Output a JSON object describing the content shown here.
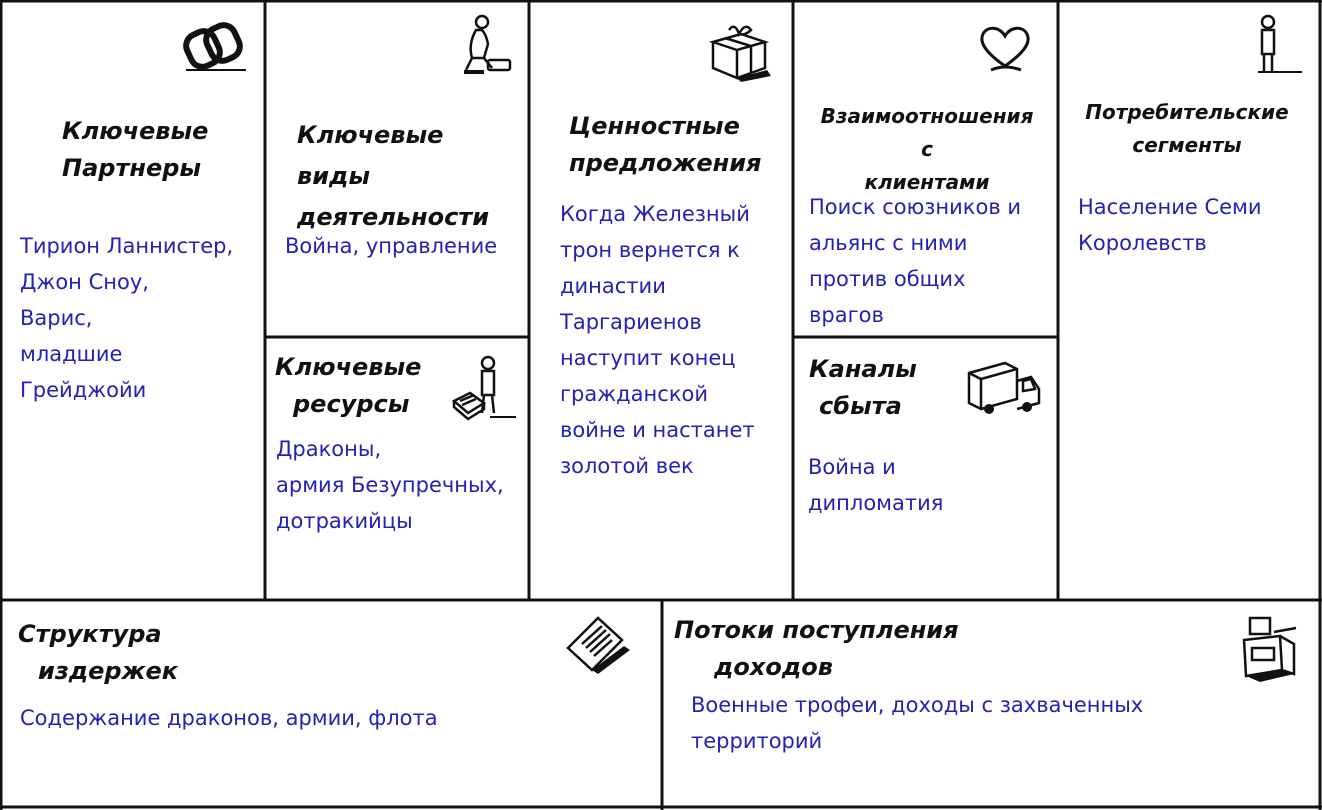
{
  "canvas": {
    "blocks": {
      "key_partners": {
        "title": "Ключевые\nПартнеры",
        "text": "Тирион Ланнистер,\nДжон Сноу,\nВарис,\nмладшие\nГрейджойи",
        "icon": "linked-rings-icon"
      },
      "key_activities": {
        "title": "Ключевые\nвиды\nдеятельности",
        "text": "Война, управление",
        "icon": "worker-icon"
      },
      "key_resources": {
        "title": "Ключевые\nресурсы",
        "text": "Драконы,\nармия Безупречных,\nдотракийцы",
        "icon": "person-with-machine-icon"
      },
      "value_propositions": {
        "title": "Ценностные\nпредложения",
        "text": "Когда Железный\nтрон вернется к\nдинастии\nТаргариенов\nнаступит конец\nгражданской\nвойне и настанет\nзолотой век",
        "icon": "gift-box-icon"
      },
      "customer_relationships": {
        "title": "Взаимоотношения\nс\nклиентами",
        "text": "Поиск союзников и\nальянс с ними\nпротив общих\nврагов",
        "icon": "heart-icon"
      },
      "channels": {
        "title": "Каналы\nсбыта",
        "text": "Война и\nдипломатия",
        "icon": "truck-icon"
      },
      "customer_segments": {
        "title": "Потребительские\nсегменты",
        "text": "Население Семи\nКоролевств",
        "icon": "standing-person-icon"
      },
      "cost_structure": {
        "title": "Структура\nиздержек",
        "text": "Содержание драконов, армии, флота",
        "icon": "document-icon"
      },
      "revenue_streams": {
        "title": "Потоки поступления\nдоходов",
        "text": "Военные трофеи, доходы с захваченных\nтерриторий",
        "icon": "cash-register-icon"
      }
    }
  },
  "colors": {
    "title": "#111111",
    "body_text": "#2222b3",
    "lines": "#111111",
    "background": "#ffffff"
  }
}
